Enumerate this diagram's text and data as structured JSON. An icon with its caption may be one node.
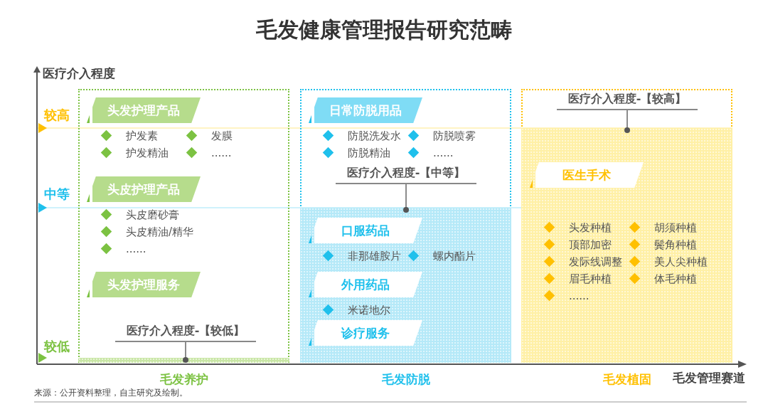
{
  "diagram": {
    "title": "毛发健康管理报告研究范畴",
    "caption": "来源：公开资料整理，自主研究及绘制。",
    "nodes": [
      {
        "text": [
          "毛发养护"
        ]
      },
      {
        "text": [
          "头发护理产品"
        ],
        "in": 0,
        "beside": [
          "护发素",
          "护发精油",
          "发膜",
          "......"
        ]
      },
      {
        "text": [
          "头皮护理产品"
        ],
        "in": 0,
        "beside": [
          "头皮磨砂膏",
          "头皮精油/精华",
          "......"
        ]
      },
      {
        "text": [
          "头发护理服务"
        ],
        "in": 0
      },
      {
        "text": [
          "医疗介入程度-【较低】"
        ],
        "in": 0
      },
      {
        "text": [],
        "shape": "bar",
        "in": 0
      },
      {
        "text": [
          "毛发防脱"
        ]
      },
      {
        "text": [
          "日常防脱用品"
        ],
        "in": 6,
        "beside": [
          "防脱洗发水",
          "防脱精油",
          "防脱喷雾",
          "......"
        ]
      },
      {
        "text": [
          "医疗介入程度-【中等】"
        ],
        "in": 6
      },
      {
        "text": [],
        "shape": "box",
        "in": 6
      },
      {
        "text": [
          "口服药品"
        ],
        "in": 9,
        "beside": [
          "非那雄胺片",
          "螺内酯片"
        ]
      },
      {
        "text": [
          "外用药品"
        ],
        "in": 9,
        "beside": [
          "米诺地尔"
        ]
      },
      {
        "text": [
          "诊疗服务"
        ],
        "in": 9
      },
      {
        "text": [
          "毛发植固"
        ]
      },
      {
        "text": [
          "医疗介入程度-【较高】"
        ],
        "in": 13
      },
      {
        "text": [],
        "shape": "box",
        "in": 13
      },
      {
        "text": [
          "医生手术"
        ],
        "in": 15,
        "beside": [
          "头发种植",
          "顶部加密",
          "发际线调整",
          "眉毛种植",
          "......",
          "胡须种植",
          "鬓角种植",
          "美人尖种植",
          "体毛种植"
        ]
      }
    ],
    "edges": [
      {
        "from": 4,
        "to": 5,
        "arrow": "other"
      },
      {
        "from": 8,
        "to": 9,
        "arrow": "other"
      },
      {
        "from": 14,
        "to": 15,
        "arrow": "other"
      }
    ],
    "labels": [
      "医疗介入程度",
      "较高",
      "中等",
      "较低",
      "毛发管理赛道"
    ]
  }
}
